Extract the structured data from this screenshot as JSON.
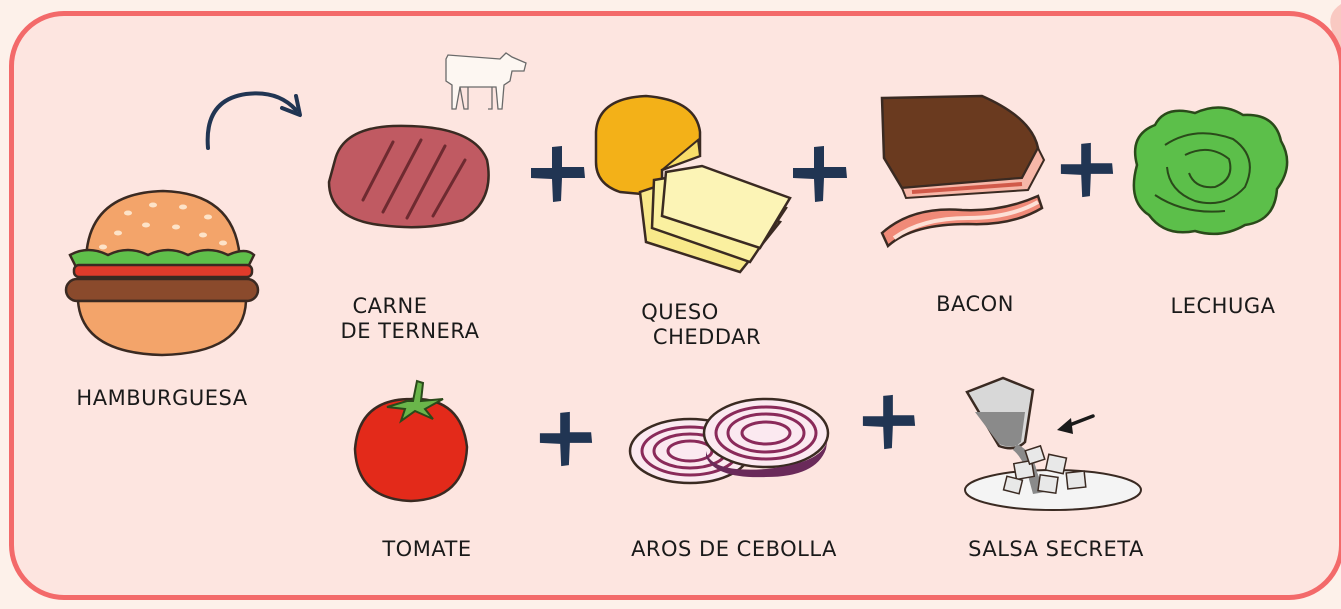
{
  "labels": {
    "hamburguesa": "HAMBURGUESA",
    "carne_line1": "CARNE",
    "carne_line2": "DE TERNERA",
    "queso_line1": "QUESO",
    "queso_line2": "CHEDDAR",
    "bacon": "BACON",
    "lechuga": "LECHUGA",
    "tomate": "TOMATE",
    "aros": "AROS DE CEBOLLA",
    "salsa": "SALSA SECRETA"
  },
  "colors": {
    "frame": "#f36a6a",
    "panel": "#fde5e0",
    "plus": "#213553",
    "text": "#1a1a1a"
  },
  "icons": [
    "hamburger-icon",
    "arrow-icon",
    "cow-icon",
    "beef-patty-icon",
    "cheese-icon",
    "bacon-icon",
    "lettuce-icon",
    "tomato-icon",
    "onion-rings-icon",
    "sauce-icon",
    "plus-icon"
  ]
}
